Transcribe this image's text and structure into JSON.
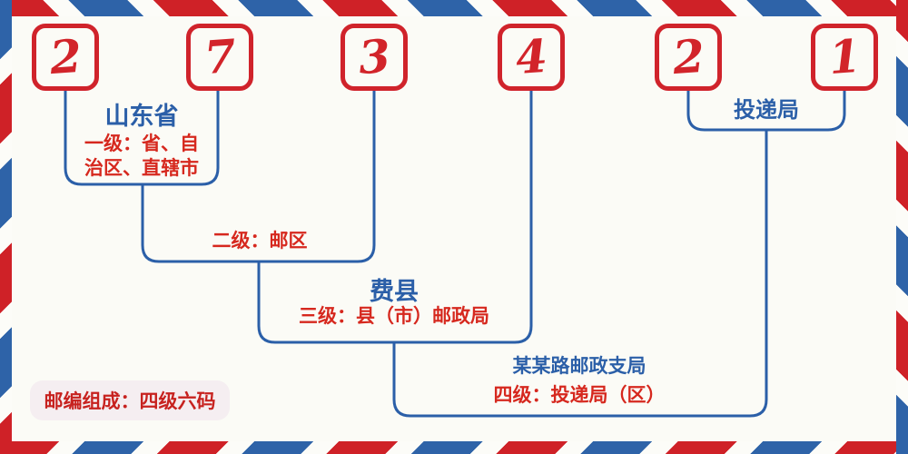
{
  "code": {
    "digits": [
      "2",
      "7",
      "3",
      "4",
      "2",
      "1"
    ]
  },
  "annotations": {
    "level1_place": "山东省",
    "level1_desc_line1": "一级：省、自",
    "level1_desc_line2": "治区、直辖市",
    "level2_desc": "二级：邮区",
    "level3_place": "费县",
    "level3_desc": "三级：县（市）邮政局",
    "level4_place": "某某路邮政支局",
    "level4_desc": "四级：投递局（区）",
    "delivery_office": "投递局"
  },
  "badge": {
    "text": "邮编组成：四级六码"
  },
  "colors": {
    "digit_red": "#d2242a",
    "text_red": "#d6281e",
    "line_blue": "#2b5fa8",
    "stripe_red": "#cf2127",
    "stripe_blue": "#2e63a8",
    "background": "#fbfbf6",
    "badge_background": "#f5eef1"
  }
}
